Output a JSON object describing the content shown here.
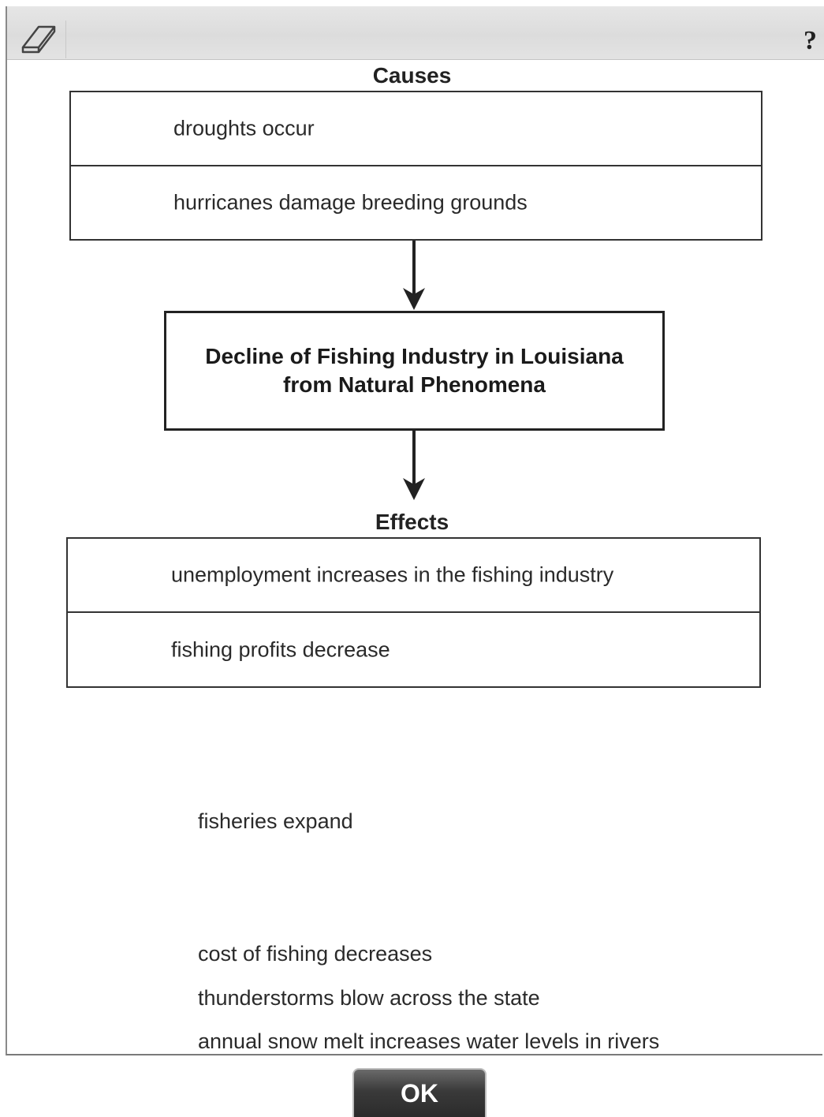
{
  "toolbar": {
    "eraser_icon": "eraser-icon",
    "help_label": "?"
  },
  "causes": {
    "heading": "Causes",
    "items": [
      "droughts occur",
      "hurricanes damage breeding grounds"
    ]
  },
  "center": {
    "title_line1": "Decline of Fishing Industry in Louisiana",
    "title_line2": "from Natural Phenomena"
  },
  "effects": {
    "heading": "Effects",
    "items": [
      "unemployment increases in the fishing industry",
      "fishing profits decrease"
    ]
  },
  "answer_bank": [
    "fisheries expand",
    "cost of fishing decreases",
    "thunderstorms blow across the state",
    "annual snow melt increases water levels in rivers"
  ],
  "ok_label": "OK"
}
